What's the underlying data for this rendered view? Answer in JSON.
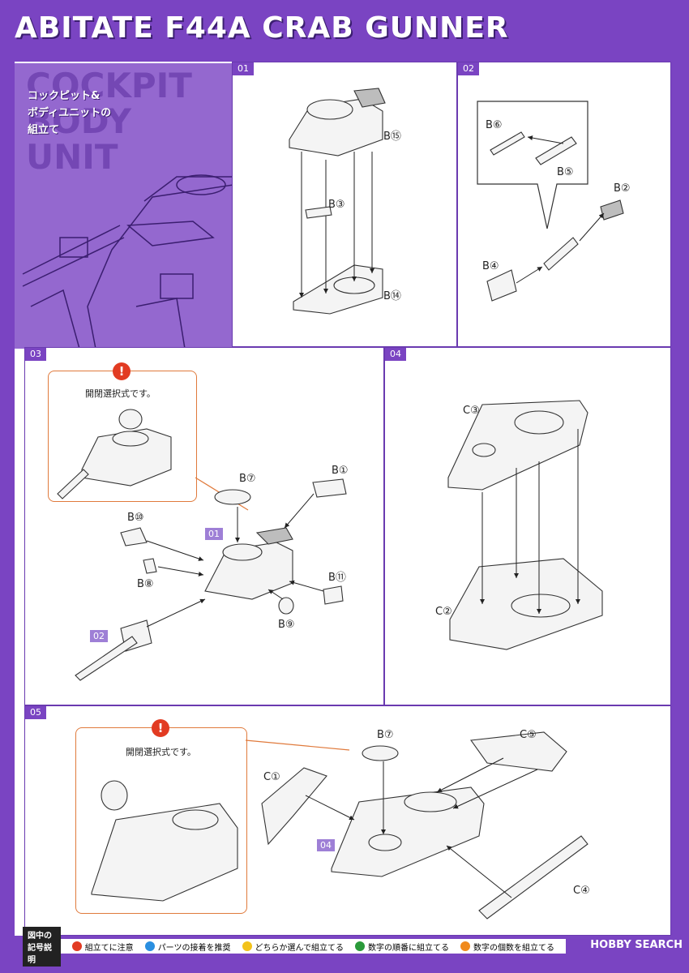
{
  "title": "ABITATE F44A CRAB GUNNER",
  "intro": {
    "bg_text_1": "COCKPIT",
    "bg_text_2": "BODY UNIT",
    "jp_line_1": "コックピット&",
    "jp_line_2": "ボディユニットの",
    "jp_line_3": "組立て"
  },
  "steps": {
    "s01": {
      "num": "01",
      "labels": [
        "B⑮",
        "B③",
        "B⑭"
      ]
    },
    "s02": {
      "num": "02",
      "labels": [
        "B⑥",
        "B⑤",
        "B②",
        "B④"
      ]
    },
    "s03": {
      "num": "03",
      "note": "開閉選択式です。",
      "labels": [
        "B⑦",
        "B①",
        "B⑩",
        "B⑧",
        "B⑪",
        "B⑨"
      ],
      "ref_01": "01",
      "ref_02": "02"
    },
    "s04": {
      "num": "04",
      "labels": [
        "C③",
        "C②"
      ]
    },
    "s05": {
      "num": "05",
      "note": "開閉選択式です。",
      "labels": [
        "B⑦",
        "C⑤",
        "C①",
        "C④"
      ],
      "ref_04": "04"
    }
  },
  "legend": {
    "header": "図中の記号説明",
    "items": [
      {
        "text": "組立てに注意",
        "color": "#e23b22"
      },
      {
        "text": "パーツの接着を推奨",
        "color": "#2a8fe0"
      },
      {
        "text": "どちらか選んで組立てる",
        "color": "#f2c21b"
      },
      {
        "text": "数字の順番に組立てる",
        "color": "#2a9a3a"
      },
      {
        "text": "数字の個数を組立てる",
        "color": "#f08a1c"
      }
    ]
  },
  "watermark": "HOBBY SEARCH"
}
